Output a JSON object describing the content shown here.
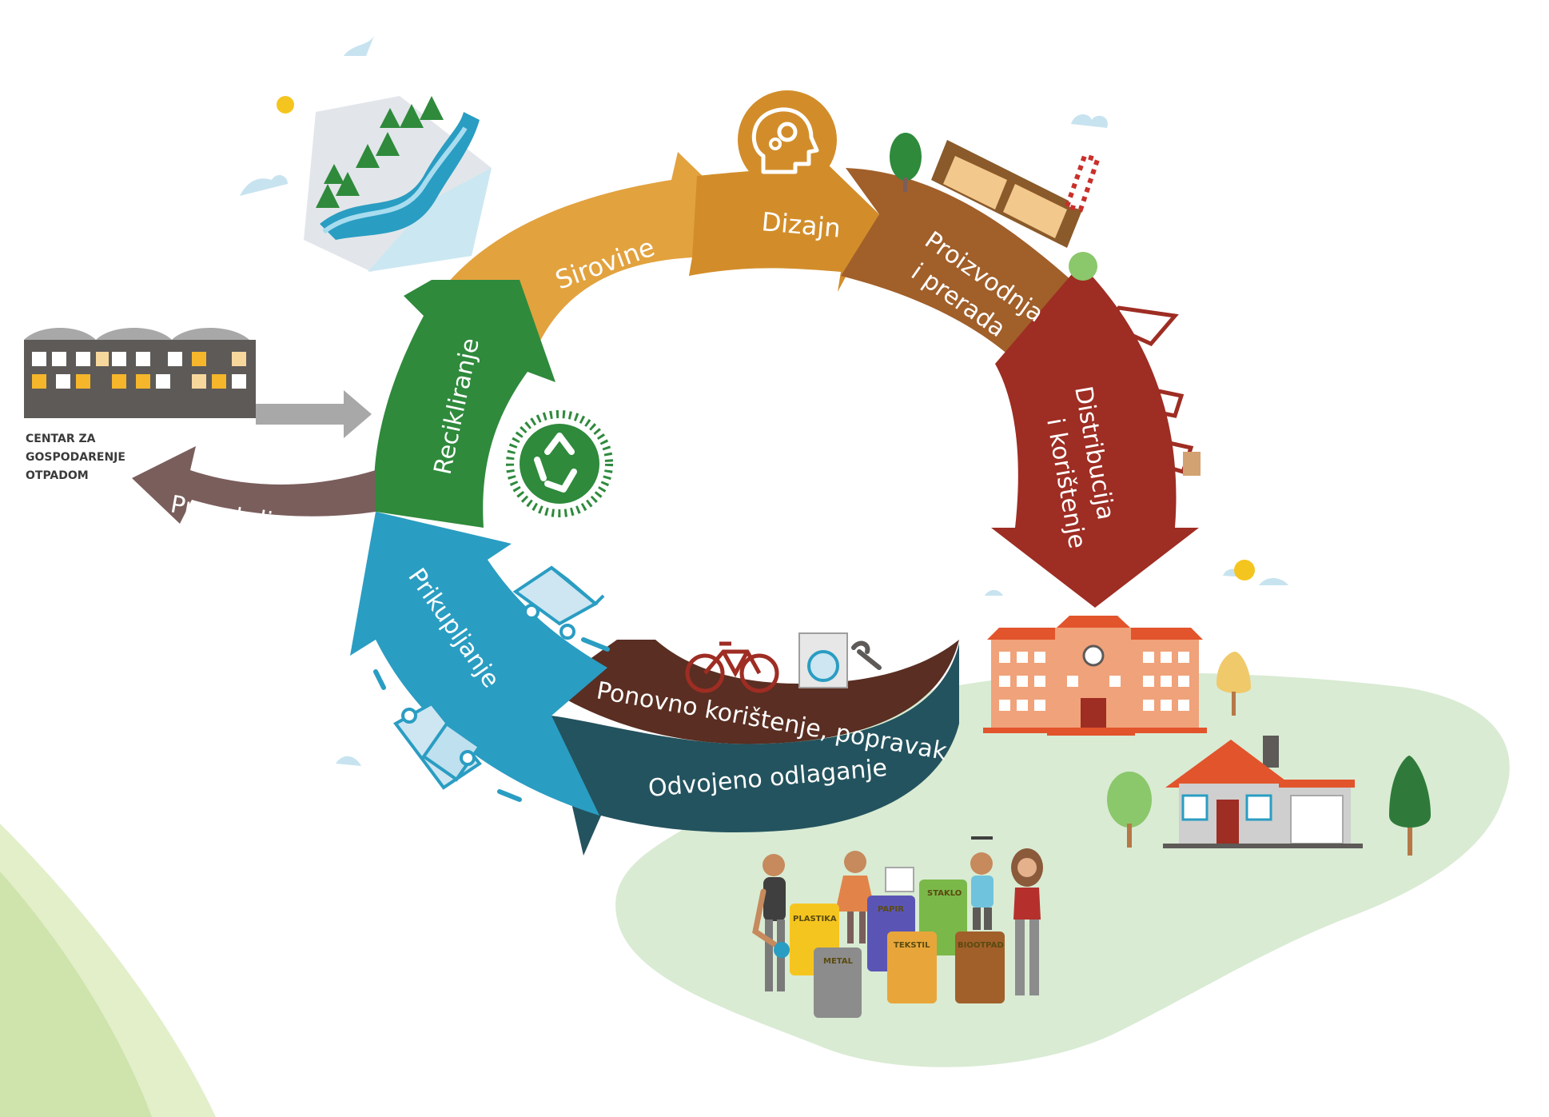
{
  "stages": {
    "sirovine": "Sirovine",
    "dizajn": "Dizajn",
    "proizvodnja_line1": "Proizvodnja",
    "proizvodnja_line2": "i prerada",
    "distribucija_line1": "Distribucija",
    "distribucija_line2": "i korištenje",
    "ponovno": "Ponovno korištenje, popravak",
    "odvojeno": "Odvojeno odlaganje",
    "prikupljanje": "Prikupljanje",
    "recikliranje": "Recikliranje",
    "preostali": "Preostali otpad"
  },
  "waste_center": {
    "line1": "CENTAR ZA",
    "line2": "GOSPODARENJE",
    "line3": "OTPADOM"
  },
  "bins": {
    "plastika": "PLASTIKA",
    "papir": "PAPIR",
    "staklo": "STAKLO",
    "tekstil": "TEKSTIL",
    "biootpad": "BIOOTPAD",
    "metal": "METAL"
  },
  "colors": {
    "sirovine": "#e2a23e",
    "dizajn": "#d28d2a",
    "proizvodnja": "#a15f2a",
    "distribucija": "#9e2d23",
    "ponovno": "#5a2e22",
    "odvojeno": "#23535e",
    "prikupljanje": "#2a9dc2",
    "recikliranje": "#2f8a3c",
    "preostali": "#7a5e5c",
    "ground": "#d9ebd3"
  }
}
